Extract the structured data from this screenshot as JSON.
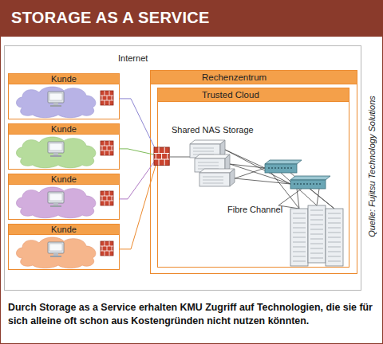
{
  "diagram": {
    "title": "STORAGE AS A SERVICE",
    "caption": "Durch Storage as a Service erhalten KMU Zugriff auf Technologien, die sie für sich alleine oft schon aus Kostengründen nicht nutzen könnten.",
    "nodes": [
      {
        "text": [
          "Kunde"
        ]
      },
      {
        "text": [
          "Kunde"
        ]
      },
      {
        "text": [
          "Kunde"
        ]
      },
      {
        "text": [
          "Kunde"
        ]
      },
      {
        "text": [
          "Rechenzentrum"
        ]
      },
      {
        "text": [
          "Trusted Cloud"
        ],
        "in": 4
      }
    ],
    "edges": [
      {
        "from": 0,
        "to": 5,
        "arrow": "none"
      },
      {
        "from": 1,
        "to": 5,
        "arrow": "none"
      },
      {
        "from": 2,
        "to": 5,
        "arrow": "none"
      },
      {
        "from": 3,
        "to": 5,
        "arrow": "none"
      }
    ],
    "labels": [
      "Internet",
      "Shared NAS Storage",
      "Fibre Channel",
      "Quelle: Fujitsu Technology Solutions"
    ]
  }
}
